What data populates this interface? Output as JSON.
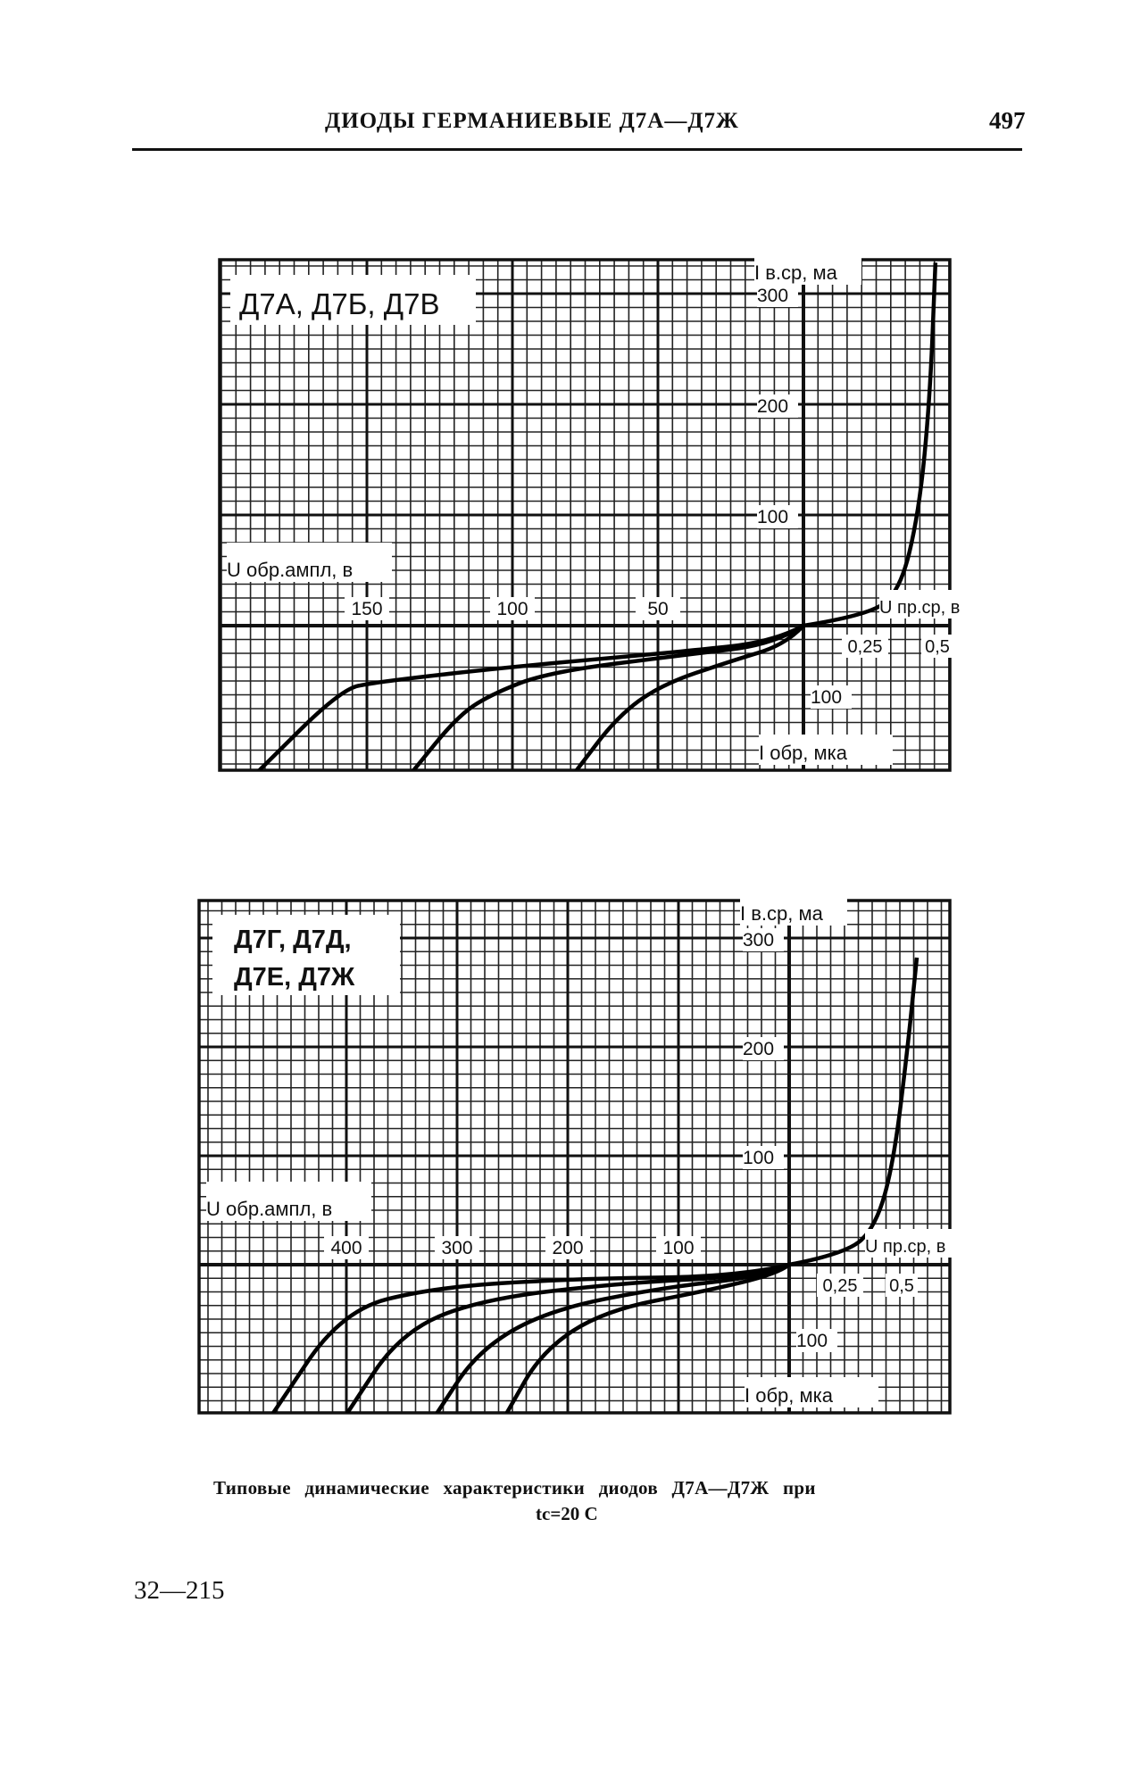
{
  "header": {
    "title": "ДИОДЫ ГЕРМАНИЕВЫЕ Д7А—Д7Ж",
    "page_number": "497"
  },
  "chart_data": [
    {
      "type": "line",
      "title": "Д7А, Д7Б, Д7В",
      "y_pos_label": "I в.ср, ма",
      "y_neg_label": "I обр, мка",
      "x_neg_label": "U обр.ампл, в",
      "x_pos_label": "U пр.ср, в",
      "x_neg_ticks": [
        150,
        100,
        50
      ],
      "x_pos_ticks": [
        "0,25",
        "0,5"
      ],
      "x_pos_tick_values": [
        0.25,
        0.5
      ],
      "y_pos_ticks": [
        100,
        200,
        300
      ],
      "y_neg_ticks": [
        100
      ],
      "grid": true,
      "forward_curve": {
        "x": [
          0,
          0.23,
          0.35,
          0.42,
          0.46,
          0.48
        ],
        "y": [
          0,
          9,
          30,
          102,
          205,
          328
        ]
      },
      "reverse_series": [
        {
          "name": "curve-1",
          "x": [
            0,
            10,
            41,
            100,
            147,
            159,
            187
          ],
          "y": [
            0,
            23,
            37,
            59,
            81,
            92,
            208
          ]
        },
        {
          "name": "curve-2",
          "x": [
            0,
            10,
            41,
            88,
            108,
            119,
            134
          ],
          "y": [
            0,
            27,
            42,
            67,
            100,
            131,
            208
          ]
        },
        {
          "name": "curve-3",
          "x": [
            0,
            6,
            25,
            49,
            64,
            78
          ],
          "y": [
            0,
            27,
            51,
            85,
            131,
            208
          ]
        }
      ]
    },
    {
      "type": "line",
      "title_lines": [
        "Д7Г, Д7Д,",
        "Д7Е, Д7Ж"
      ],
      "y_pos_label": "I в.ср, ма",
      "y_neg_label": "I обр, мка",
      "x_neg_label": "U обр.ампл, в",
      "x_pos_label": "U пр.ср, в",
      "x_neg_ticks": [
        400,
        300,
        200,
        100
      ],
      "x_pos_ticks": [
        "0,25",
        "0,5"
      ],
      "x_pos_tick_values": [
        0.25,
        0.5
      ],
      "y_pos_ticks": [
        100,
        200,
        300
      ],
      "y_neg_ticks": [
        100
      ],
      "grid": true,
      "forward_curve": {
        "x": [
          0,
          0.25,
          0.375,
          0.45,
          0.51,
          0.55
        ],
        "y": [
          0,
          10,
          36,
          94,
          198,
          282
        ]
      },
      "reverse_series": [
        {
          "name": "curve-1",
          "x": [
            0,
            44,
            198,
            322,
            404,
            466
          ],
          "y": [
            0,
            16,
            19,
            31,
            62,
            200
          ]
        },
        {
          "name": "curve-2",
          "x": [
            0,
            33,
            147,
            281,
            352,
            399
          ],
          "y": [
            0,
            16,
            24,
            47,
            93,
            200
          ]
        },
        {
          "name": "curve-3",
          "x": [
            0,
            23,
            115,
            219,
            281,
            318
          ],
          "y": [
            0,
            16,
            31,
            62,
            116,
            200
          ]
        },
        {
          "name": "curve-4",
          "x": [
            0,
            10,
            74,
            167,
            223,
            255
          ],
          "y": [
            0,
            12,
            35,
            62,
            116,
            200
          ]
        }
      ]
    }
  ],
  "caption": {
    "line1": "Типовые динамические характеристики диодов Д7А—Д7Ж при",
    "line2": "tс=20 С"
  },
  "footer": {
    "signature": "32—215"
  }
}
